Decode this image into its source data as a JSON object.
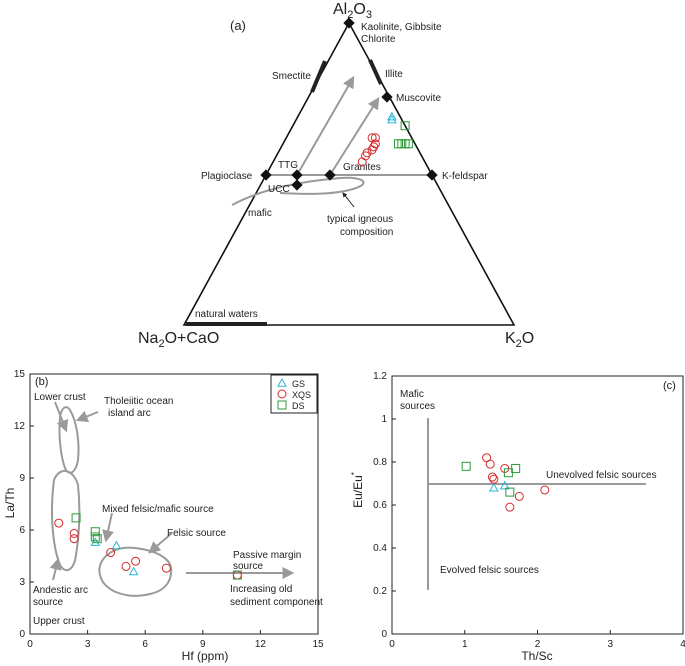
{
  "chart_data": [
    {
      "panel": "(a)",
      "type": "ternary",
      "corners": {
        "top": {
          "label": "Al",
          "sub": "2",
          "label2": "O",
          "sub2": "3"
        },
        "left": {
          "label": "Na",
          "sub": "2",
          "label2": "O+CaO"
        },
        "right": {
          "label": "K",
          "sub": "2",
          "label2": "O"
        }
      },
      "minerals": [
        {
          "label": "Kaolinite, Gibbsite",
          "label2": "Chlorite"
        },
        {
          "label": "Smectite"
        },
        {
          "label": "Illite"
        },
        {
          "label": "Muscovite"
        },
        {
          "label": "Plagioclase"
        },
        {
          "label": "K-feldspar"
        },
        {
          "label": "TTG"
        },
        {
          "label": "UCC"
        },
        {
          "label": "Granites"
        }
      ],
      "annotations": [
        {
          "text": "mafic"
        },
        {
          "text": "typical igneous",
          "text2": "composition"
        },
        {
          "text": "natural waters"
        }
      ],
      "series": [
        {
          "name": "GS",
          "color": "#2bb5d8",
          "marker": "triangle",
          "points": [
            [
              68,
              3,
              29
            ],
            [
              69,
              2.5,
              28.5
            ]
          ]
        },
        {
          "name": "XQS",
          "color": "#d62a2a",
          "marker": "circle",
          "points": [
            [
              62,
              11,
              27
            ],
            [
              62,
              12,
              26
            ],
            [
              60,
              12,
              28
            ],
            [
              58,
              14,
              28
            ],
            [
              56,
              17,
              27
            ],
            [
              54,
              19,
              27
            ],
            [
              57,
              16,
              27
            ],
            [
              59,
              13,
              28
            ]
          ]
        },
        {
          "name": "DS",
          "color": "#2e9a3a",
          "marker": "square",
          "points": [
            [
              66,
              0,
              34
            ],
            [
              60,
              3,
              37
            ],
            [
              60,
              4,
              36
            ],
            [
              60,
              5,
              35
            ],
            [
              60,
              2,
              38
            ]
          ]
        }
      ]
    },
    {
      "panel": "(b)",
      "type": "scatter",
      "xlabel": "Hf (ppm)",
      "ylabel": "La/Th",
      "xlim": [
        0,
        15
      ],
      "ylim": [
        0,
        15
      ],
      "xticks": [
        0,
        3,
        6,
        9,
        12,
        15
      ],
      "yticks": [
        0,
        3,
        6,
        9,
        12,
        15
      ],
      "legend": [
        {
          "name": "GS",
          "color": "#2bb5d8",
          "marker": "triangle"
        },
        {
          "name": "XQS",
          "color": "#d62a2a",
          "marker": "circle"
        },
        {
          "name": "DS",
          "color": "#2e9a3a",
          "marker": "square"
        }
      ],
      "series": [
        {
          "name": "GS",
          "color": "#2bb5d8",
          "marker": "triangle",
          "points": [
            [
              3.4,
              5.3
            ],
            [
              4.5,
              5.1
            ],
            [
              5.4,
              3.6
            ]
          ]
        },
        {
          "name": "XQS",
          "color": "#d62a2a",
          "marker": "circle",
          "points": [
            [
              1.5,
              6.4
            ],
            [
              2.3,
              5.8
            ],
            [
              2.3,
              5.5
            ],
            [
              4.2,
              4.7
            ],
            [
              5.0,
              3.9
            ],
            [
              5.5,
              4.2
            ],
            [
              7.1,
              3.8
            ],
            [
              10.8,
              3.4
            ]
          ]
        },
        {
          "name": "DS",
          "color": "#2e9a3a",
          "marker": "square",
          "points": [
            [
              2.4,
              6.7
            ],
            [
              3.4,
              5.9
            ],
            [
              3.4,
              5.6
            ],
            [
              3.5,
              5.5
            ],
            [
              10.8,
              3.4
            ]
          ]
        }
      ],
      "annotations": [
        {
          "text": "Lower crust"
        },
        {
          "text": "Tholeiitic ocean",
          "text2": "island arc"
        },
        {
          "text": "Mixed felsic/mafic source"
        },
        {
          "text": "Felsic source"
        },
        {
          "text": "Passive margin",
          "text2": "source"
        },
        {
          "text": "Andestic arc",
          "text2": "source"
        },
        {
          "text": "Increasing old",
          "text2": "sediment component"
        },
        {
          "text": "Upper crust"
        }
      ]
    },
    {
      "panel": "(c)",
      "type": "scatter",
      "xlabel": "Th/Sc",
      "ylabel": "Eu/Eu",
      "ylabel_sup": "*",
      "xlim": [
        0,
        4
      ],
      "ylim": [
        0,
        1.2
      ],
      "xticks": [
        0,
        1,
        2,
        3,
        4
      ],
      "yticks": [
        0,
        0.2,
        0.4,
        0.6,
        0.8,
        1,
        1.2
      ],
      "series": [
        {
          "name": "GS",
          "color": "#2bb5d8",
          "marker": "triangle",
          "points": [
            [
              1.4,
              0.68
            ],
            [
              1.55,
              0.69
            ]
          ]
        },
        {
          "name": "XQS",
          "color": "#d62a2a",
          "marker": "circle",
          "points": [
            [
              1.3,
              0.82
            ],
            [
              1.35,
              0.79
            ],
            [
              1.55,
              0.77
            ],
            [
              1.4,
              0.72
            ],
            [
              1.75,
              0.64
            ],
            [
              1.62,
              0.59
            ],
            [
              2.1,
              0.67
            ],
            [
              1.38,
              0.73
            ]
          ]
        },
        {
          "name": "DS",
          "color": "#2e9a3a",
          "marker": "square",
          "points": [
            [
              1.02,
              0.78
            ],
            [
              1.7,
              0.77
            ],
            [
              1.6,
              0.75
            ],
            [
              1.62,
              0.66
            ]
          ]
        }
      ],
      "annotations": [
        {
          "text": "Mafic",
          "text2": "sources"
        },
        {
          "text": "Unevolved felsic sources"
        },
        {
          "text": "Evolved felsic sources"
        }
      ]
    }
  ]
}
